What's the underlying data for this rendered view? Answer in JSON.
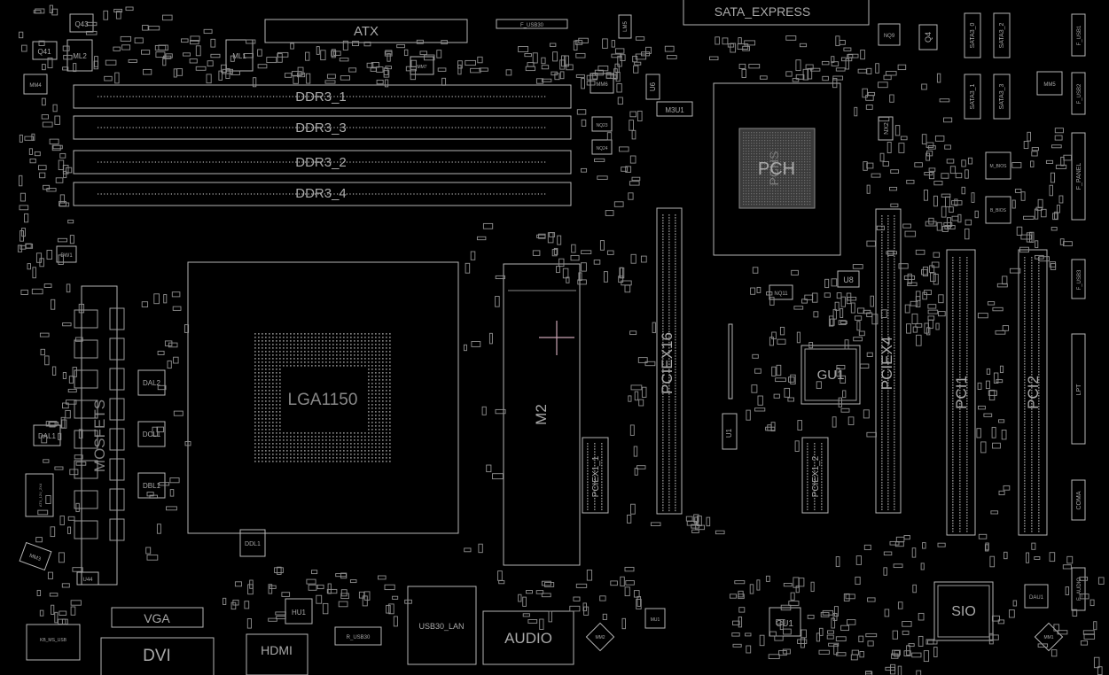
{
  "diagram": {
    "background": "#000000",
    "stroke_color": "#b5b5b5",
    "text_color": "#a9a9a9",
    "components": {
      "sata_express": "SATA_EXPRESS",
      "atx": "ATX",
      "q43": "Q43",
      "q41": "Q41",
      "ml2": "ML2",
      "ml1": "ML1",
      "mm4_left": "MM4",
      "f_usb30": "F_USB30",
      "lm5": "LM5",
      "ddr3_1": "DDR3_1",
      "ddr3_3": "DDR3_3",
      "ddr3_2": "DDR3_2",
      "ddr3_4": "DDR3_4",
      "mm6": "MM6",
      "u6": "U6",
      "m3u1": "M3U1",
      "pch": "PCH",
      "pchs": "PCHS",
      "nx2": "NX2",
      "nq9": "NQ9",
      "q4": "Q4",
      "sata3_0": "SATA3_0",
      "sata3_2": "SATA3_2",
      "sata3_1": "SATA3_1",
      "sata3_3": "SATA3_3",
      "f_usb1": "F_USB1",
      "f_usb2": "F_USB2",
      "mm5": "MM5",
      "f_panel": "F_PANEL",
      "m_bios": "M_BIOS",
      "b_bios": "B_BIOS",
      "lga1150": "LGA1150",
      "m2": "M2",
      "pciex16": "PCIEX16",
      "pciex4": "PCIEX4",
      "pci1": "PCI1",
      "pci2": "PCI2",
      "gu1": "GU1",
      "u8": "U8",
      "nq11": "NQ11",
      "u1": "U1",
      "f_usb3": "F_USB3",
      "lpt": "LPT",
      "coma": "COMA",
      "pciex1_1": "PCIEX1_1",
      "pciex1_2": "PCIEX1_2",
      "mosfets": "MOSFETS",
      "dal1": "DAL1",
      "dal2": "DAL2",
      "dcl1": "DCL1",
      "dbl1": "DBL1",
      "ddl1": "DDL1",
      "dw1": "DW1",
      "vga": "VGA",
      "dvi": "DVI",
      "hdmi": "HDMI",
      "hu1": "HU1",
      "r_usb30": "R_USB30",
      "usb30_lan": "USB30_LAN",
      "audio": "AUDIO",
      "cu1": "CU1",
      "sio": "SIO",
      "dau1": "DAU1",
      "f_audio": "F_AUDIO",
      "kb_ms_usb": "KB_MS_USB",
      "atx_12v_2x4": "ATX_12V_2X4",
      "mm3": "MM3",
      "mm2": "MM2",
      "mm1": "MM1",
      "mm7": "MM7",
      "nq23": "NQ23",
      "nq24": "NQ24",
      "mu1": "MU1",
      "u44": "U44"
    }
  }
}
